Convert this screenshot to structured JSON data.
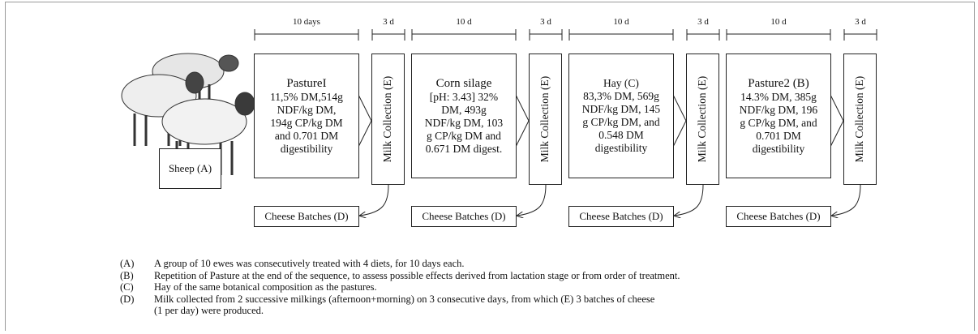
{
  "durations": [
    "10 days",
    "3 d",
    "10 d",
    "3 d",
    "10 d",
    "3 d",
    "10 d",
    "3 d"
  ],
  "sheep": {
    "label": "Sheep (A)"
  },
  "diets": [
    {
      "name": "PastureI",
      "lines": [
        "11,5% DM,514g",
        "NDF/kg DM,",
        "194g CP/kg DM",
        "and 0.701 DM",
        "digestibility"
      ]
    },
    {
      "name": "Corn silage",
      "lines": [
        "[pH: 3.43] 32%",
        "DM, 493g",
        "NDF/kg DM, 103",
        "g CP/kg DM and",
        "0.671 DM digest."
      ]
    },
    {
      "name": "",
      "lines": [
        "Hay (C)",
        "83,3% DM, 569g",
        "NDF/kg DM, 145",
        "g CP/kg DM, and",
        "0.548 DM",
        "digestibility"
      ]
    },
    {
      "name": "Pasture2 (B)",
      "lines": [
        "14.3% DM, 385g",
        "NDF/kg DM, 196",
        "g CP/kg DM, and",
        "0.701 DM",
        "digestibility"
      ]
    }
  ],
  "milk_label": "Milk Collection (E)",
  "cheese_label": "Cheese Batches (D)",
  "notes": [
    {
      "key": "(A)",
      "text": "A group of 10 ewes was consecutively treated with 4 diets, for 10 days each."
    },
    {
      "key": "(B)",
      "text": "Repetition of Pasture at the end of the sequence, to assess possible effects derived from lactation stage or from order of treatment."
    },
    {
      "key": "(C)",
      "text": "Hay of the same botanical composition as the pastures."
    },
    {
      "key": "(D)",
      "text": "Milk collected from 2 successive milkings (afternoon+morning) on 3 consecutive days, from which (E) 3 batches of cheese"
    },
    {
      "key": "",
      "text": "(1 per day) were produced."
    }
  ]
}
